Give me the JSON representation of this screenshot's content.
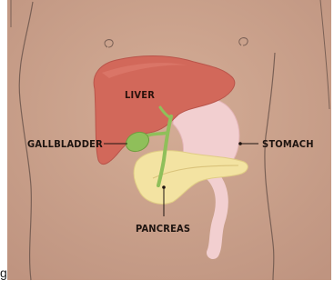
{
  "labels": {
    "liver": "LIVER",
    "gallbladder": "GALLBLADDER",
    "stomach": "STOMACH",
    "pancreas": "PANCREAS"
  },
  "caption": "g",
  "colors": {
    "skin": "#c8a08a",
    "liver": "#d2685a",
    "gallbladder": "#8fbf5a",
    "stomach": "#f2cfd0",
    "pancreas": "#f3e3a2",
    "outline": "#7a6055"
  }
}
